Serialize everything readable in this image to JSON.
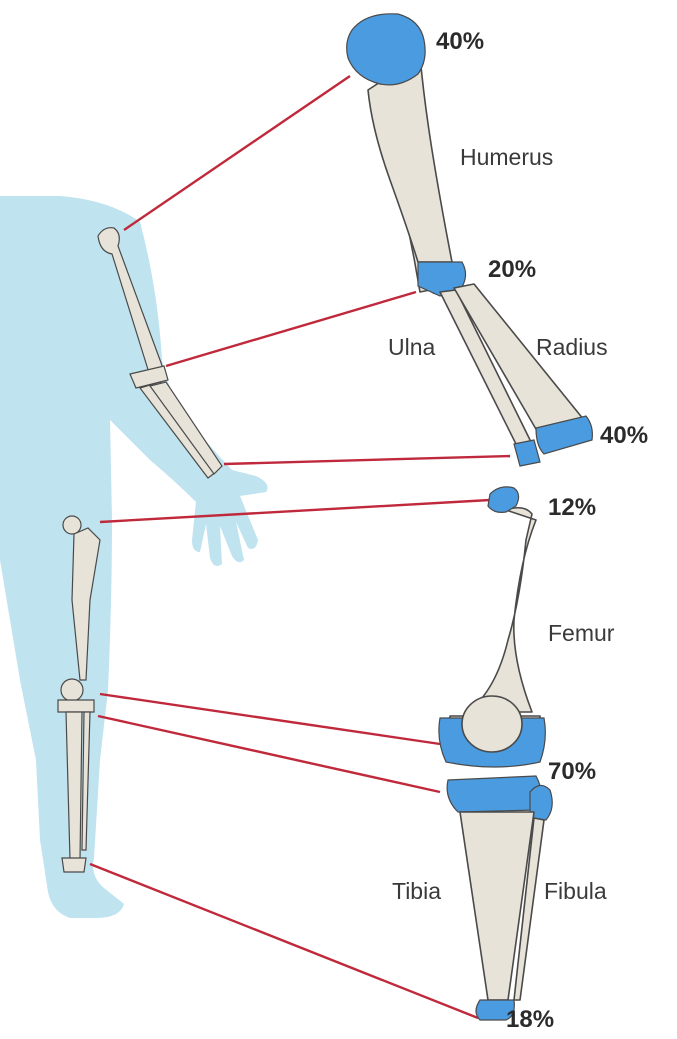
{
  "colors": {
    "silhouette": "#bfe3ef",
    "bone_fill": "#e8e3d8",
    "bone_stroke": "#4a4a4a",
    "growth_plate": "#4a9be0",
    "connector": "#c0293b"
  },
  "bones": {
    "humerus": "Humerus",
    "ulna": "Ulna",
    "radius": "Radius",
    "femur": "Femur",
    "tibia": "Tibia",
    "fibula": "Fibula"
  },
  "growth": {
    "humerus_proximal": "40%",
    "elbow": "20%",
    "wrist": "40%",
    "femur_proximal": "12%",
    "knee": "70%",
    "ankle": "18%"
  }
}
